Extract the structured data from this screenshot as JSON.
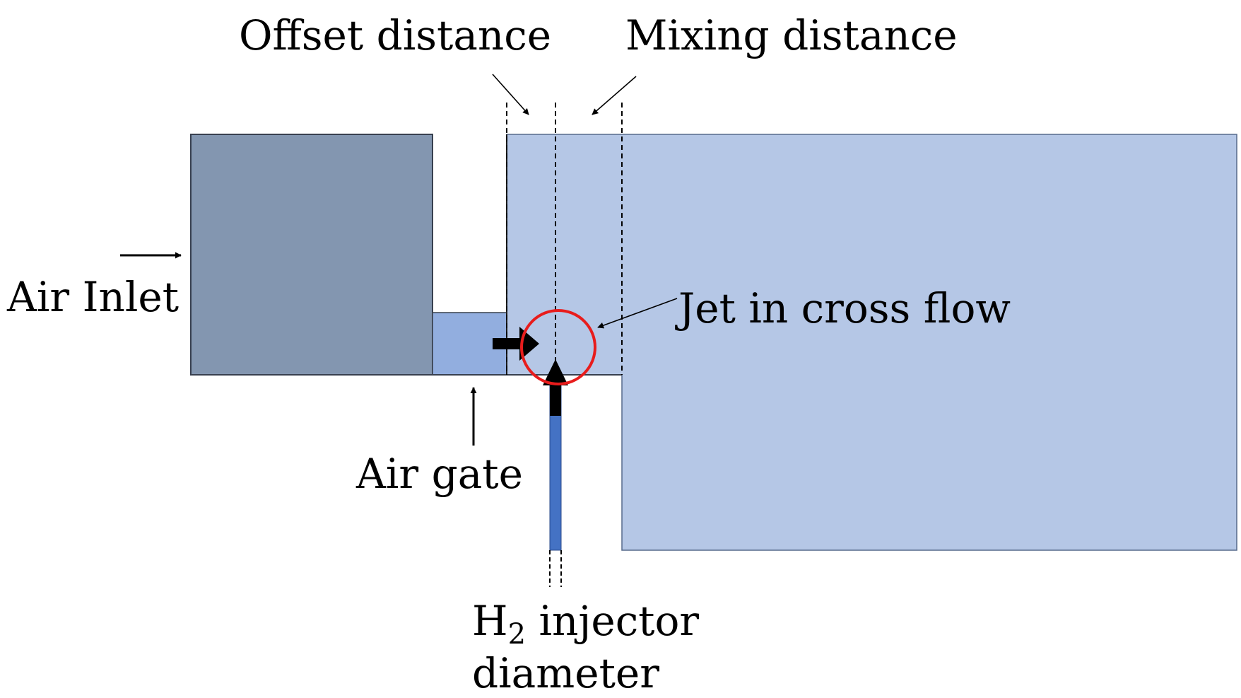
{
  "labels": {
    "offset_distance": "Offset distance",
    "mixing_distance": "Mixing distance",
    "air_inlet": "Air Inlet",
    "jet_in_cross_flow": "Jet in cross flow",
    "air_gate": "Air gate",
    "h2_injector": {
      "h": "H",
      "subscript": "2",
      "rest": " injector",
      "line2": "diameter"
    }
  },
  "colors": {
    "inlet_block": "#8396b0",
    "air_gate_channel": "#92aedf",
    "chamber": "#b5c7e6",
    "injector_tube": "#4472c4",
    "highlight_circle": "#e81c1c",
    "outline": "#38404f"
  }
}
